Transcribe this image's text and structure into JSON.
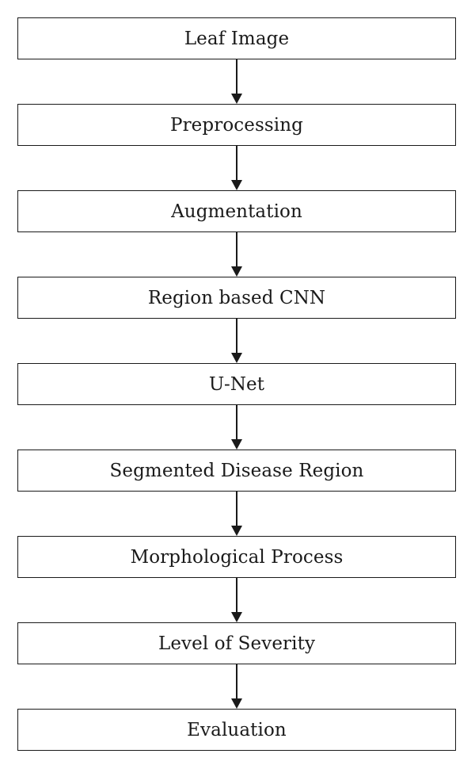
{
  "flowchart": {
    "steps": [
      {
        "label": "Leaf Image"
      },
      {
        "label": "Preprocessing"
      },
      {
        "label": "Augmentation"
      },
      {
        "label": "Region based CNN"
      },
      {
        "label": "U-Net"
      },
      {
        "label": "Segmented Disease Region"
      },
      {
        "label": "Morphological Process"
      },
      {
        "label": "Level of Severity"
      },
      {
        "label": "Evaluation"
      }
    ]
  },
  "colors": {
    "stroke": "#1a1a1a",
    "background": "#ffffff"
  }
}
